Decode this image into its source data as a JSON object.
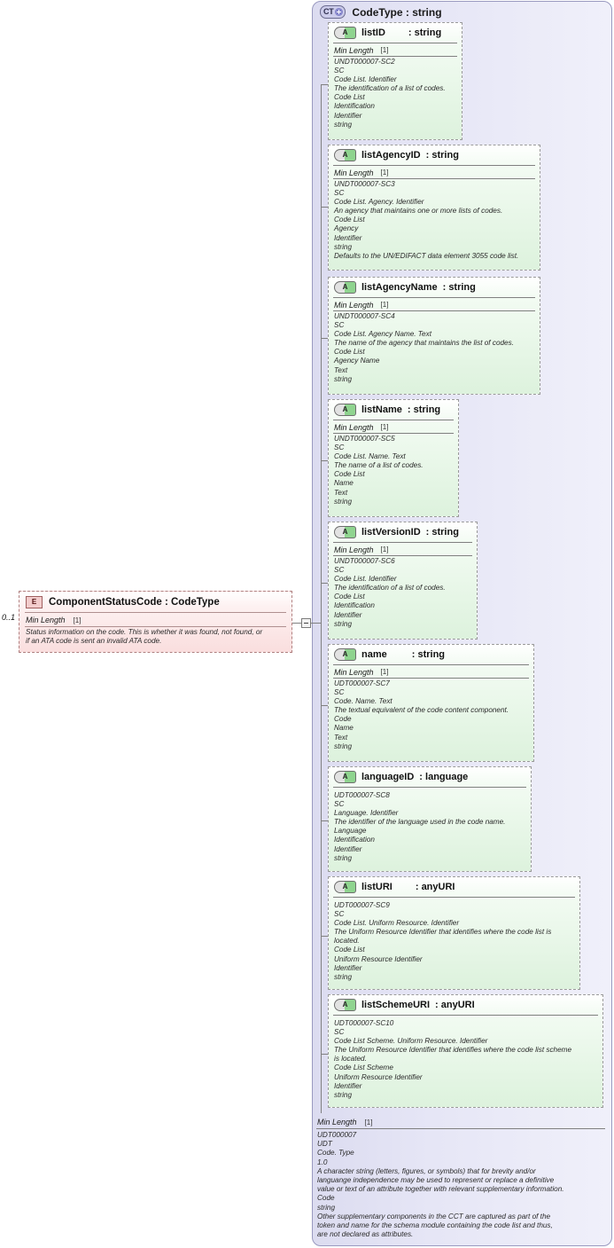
{
  "diagram": {
    "title": "XSD schema diagram: ComponentStatusCode : CodeType",
    "complex_type": {
      "badge": "CT",
      "badge_icon": "plus-icon",
      "title": "CodeType : string",
      "facet_label": "Min Length",
      "facet_value": "[1]",
      "documentation": "UDT000007\nUDT\nCode. Type\n1.0\nA character string (letters, figures, or symbols) that for brevity and/or\nlanguange independence may be used to represent or replace a definitive\nvalue or text of an attribute together with relevant supplementary information.\nCode\nstring\nOther supplementary components in the CCT are captured as part of the\ntoken and name for the schema module containing the code list and thus,\nare not declared as attributes."
    },
    "element": {
      "badge": "E",
      "title": "ComponentStatusCode : CodeType",
      "cardinality": "0..1",
      "facet_label": "Min Length",
      "facet_value": "[1]",
      "documentation": "Status information on the code. This is whether it was found, not found, or\nif an ATA code is sent an invalid ATA code."
    },
    "attributes": [
      {
        "badge": "A",
        "name": "listID",
        "type": ": string",
        "facet_label": "Min Length",
        "facet_value": "[1]",
        "documentation": "UNDT000007-SC2\nSC\nCode List. Identifier\nThe identification of a list of codes.\nCode List\nIdentification\nIdentifier\nstring"
      },
      {
        "badge": "A",
        "name": "listAgencyID",
        "type": ": string",
        "facet_label": "Min Length",
        "facet_value": "[1]",
        "documentation": "UNDT000007-SC3\nSC\nCode List. Agency. Identifier\nAn agency that maintains one or more lists of codes.\nCode List\nAgency\nIdentifier\nstring\nDefaults to the UN/EDIFACT data element 3055 code list."
      },
      {
        "badge": "A",
        "name": "listAgencyName",
        "type": ": string",
        "facet_label": "Min Length",
        "facet_value": "[1]",
        "documentation": "UNDT000007-SC4\nSC\nCode List. Agency Name. Text\nThe name of the agency that maintains the list of codes.\nCode List\nAgency Name\nText\nstring"
      },
      {
        "badge": "A",
        "name": "listName",
        "type": ": string",
        "facet_label": "Min Length",
        "facet_value": "[1]",
        "documentation": "UNDT000007-SC5\nSC\nCode List. Name. Text\nThe name of a list of codes.\nCode List\nName\nText\nstring"
      },
      {
        "badge": "A",
        "name": "listVersionID",
        "type": ": string",
        "facet_label": "Min Length",
        "facet_value": "[1]",
        "documentation": "UNDT000007-SC6\nSC\nCode List. Identifier\nThe identification of a list of codes.\nCode List\nIdentification\nIdentifier\nstring"
      },
      {
        "badge": "A",
        "name": "name",
        "type": ": string",
        "facet_label": "Min Length",
        "facet_value": "[1]",
        "documentation": "UDT000007-SC7\nSC\nCode. Name. Text\nThe textual equivalent of the code content component.\nCode\nName\nText\nstring"
      },
      {
        "badge": "A",
        "name": "languageID",
        "type": ": language",
        "facet_label": "",
        "facet_value": "",
        "documentation": "UDT000007-SC8\nSC\nLanguage. Identifier\nThe identifier of the language used in the code name.\nLanguage\nIdentification\nIdentifier\nstring"
      },
      {
        "badge": "A",
        "name": "listURI",
        "type": ": anyURI",
        "facet_label": "",
        "facet_value": "",
        "documentation": "UDT000007-SC9\nSC\nCode List. Uniform Resource. Identifier\nThe Uniform Resource Identifier that identifies where the code list is\nlocated.\nCode List\nUniform Resource Identifier\nIdentifier\nstring"
      },
      {
        "badge": "A",
        "name": "listSchemeURI",
        "type": ": anyURI",
        "facet_label": "",
        "facet_value": "",
        "documentation": "UDT000007-SC10\nSC\nCode List Scheme. Uniform Resource. Identifier\nThe Uniform Resource Identifier that identifies where the code list scheme\nis located.\nCode List Scheme\nUniform Resource Identifier\nIdentifier\nstring"
      }
    ]
  }
}
